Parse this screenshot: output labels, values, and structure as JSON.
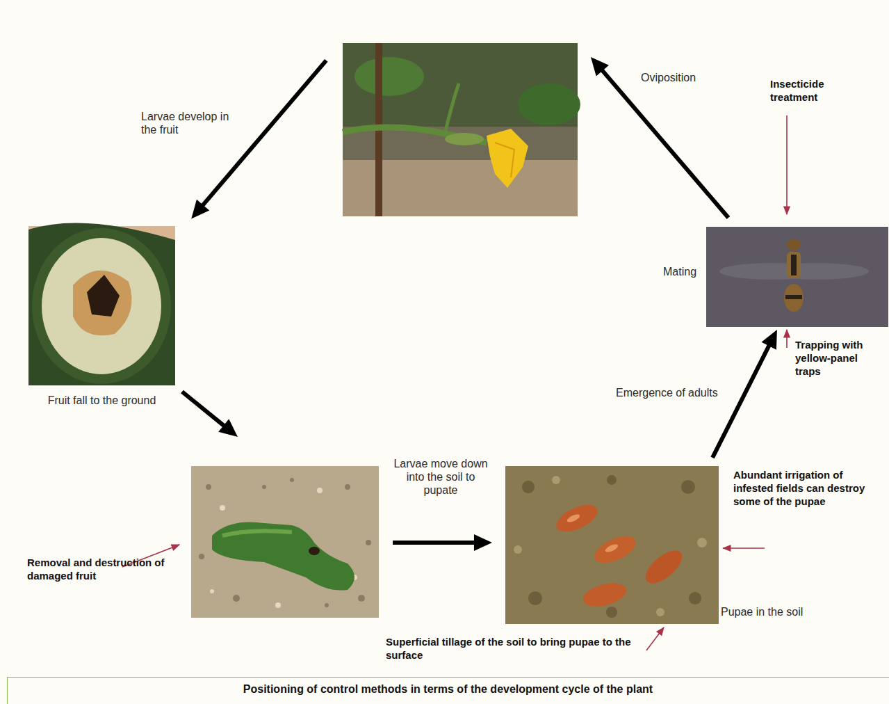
{
  "diagram": {
    "caption": "Positioning of control methods in terms of the development cycle of the plant",
    "nodes": [
      {
        "text": []
      },
      {
        "text": [
          "Fruit fall to the ground"
        ]
      },
      {
        "text": []
      },
      {
        "text": [
          "Pupae in the soil"
        ]
      },
      {
        "text": [
          "Mating"
        ]
      }
    ],
    "edges": [
      {
        "from": 0,
        "to": 1,
        "arrow": "to",
        "label": "Larvae develop in the fruit"
      },
      {
        "from": 1,
        "to": 2,
        "arrow": "to"
      },
      {
        "from": 2,
        "to": 3,
        "arrow": "to",
        "label": "Larvae move down into the soil to pupate"
      },
      {
        "from": 3,
        "to": 4,
        "arrow": "to",
        "label": "Emergence of adults"
      },
      {
        "from": 4,
        "to": 0,
        "arrow": "to",
        "label": "Oviposition"
      }
    ],
    "labels": [
      "Insecticide treatment",
      "Trapping with yellow-panel traps",
      "Abundant irrigation of infested fields can destroy some of the pupae",
      "Removal and destruction of damaged fruit",
      "Superficial tillage of the soil to bring pupae to the surface"
    ]
  }
}
